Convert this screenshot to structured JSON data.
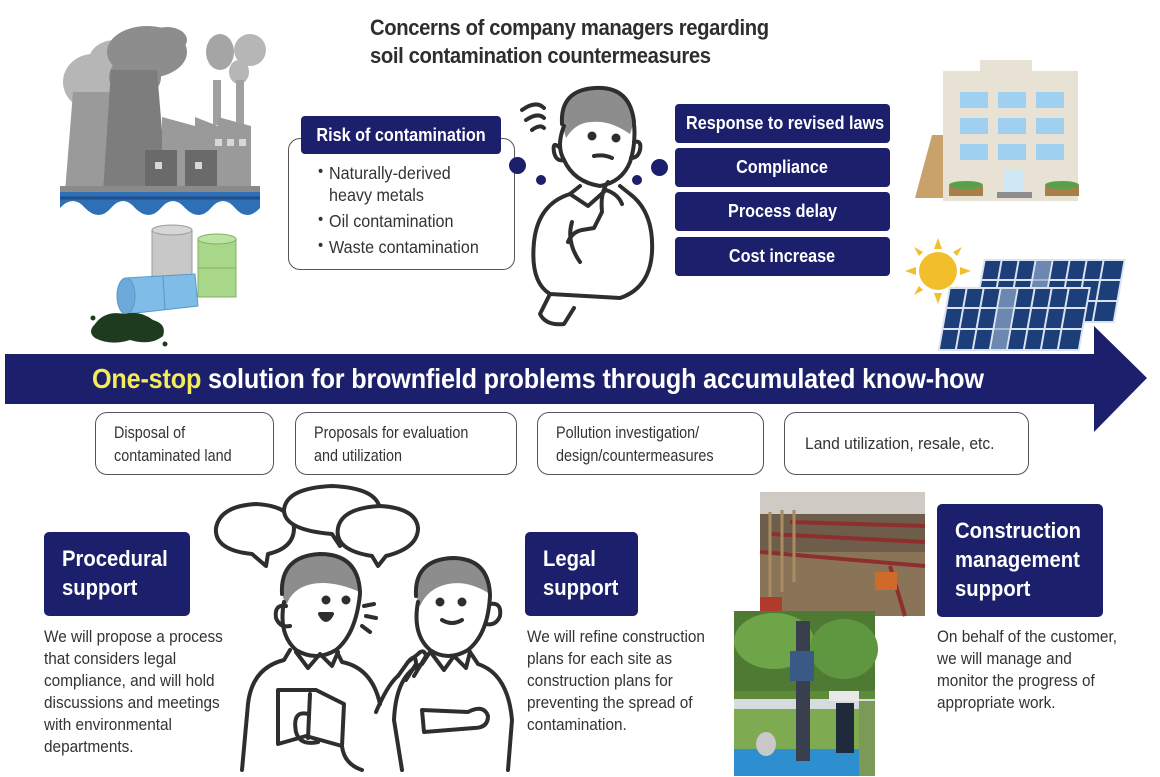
{
  "title": {
    "line1": "Concerns of company managers regarding",
    "line2": "soil contamination countermeasures"
  },
  "risk": {
    "heading": "Risk of contamination",
    "items": [
      {
        "line1": "Naturally-derived",
        "line2": "heavy metals"
      },
      {
        "line1": "Oil contamination"
      },
      {
        "line1": "Waste contamination"
      }
    ]
  },
  "concerns": [
    "Response to revised laws",
    "Compliance",
    "Process delay",
    "Cost increase"
  ],
  "banner": {
    "highlight": "One-stop",
    "text": " solution for brownfield problems through accumulated know-how"
  },
  "steps": [
    {
      "line1": "Disposal of",
      "line2": "contaminated land"
    },
    {
      "line1": "Proposals for evaluation",
      "line2": "and utilization"
    },
    {
      "line1": "Pollution investigation/",
      "line2": "design/countermeasures"
    },
    {
      "line1": "Land utilization, resale, etc."
    }
  ],
  "supports": [
    {
      "heading": [
        "Procedural",
        "support"
      ],
      "desc": [
        "We will propose a process",
        "that considers legal",
        "compliance, and will hold",
        "discussions and meetings",
        "with environmental",
        "departments."
      ]
    },
    {
      "heading": [
        "Legal",
        "support"
      ],
      "desc": [
        "We will refine construction",
        "plans for each site as",
        "construction plans for",
        "preventing the spread of",
        "contamination."
      ]
    },
    {
      "heading": [
        "Construction",
        "management",
        "support"
      ],
      "desc": [
        "On behalf of the customer,",
        "we will manage and",
        "monitor the progress of",
        "appropriate work."
      ]
    }
  ],
  "colors": {
    "navy": "#1c1f6b",
    "highlight": "#f5ec5a",
    "text": "#333333"
  },
  "icons": [
    "factory-icon",
    "oil-drums-icon",
    "thinking-man-icon",
    "building-icon",
    "solar-panel-icon",
    "sun-icon",
    "discussing-people-icon",
    "construction-photo",
    "drilling-photo"
  ]
}
